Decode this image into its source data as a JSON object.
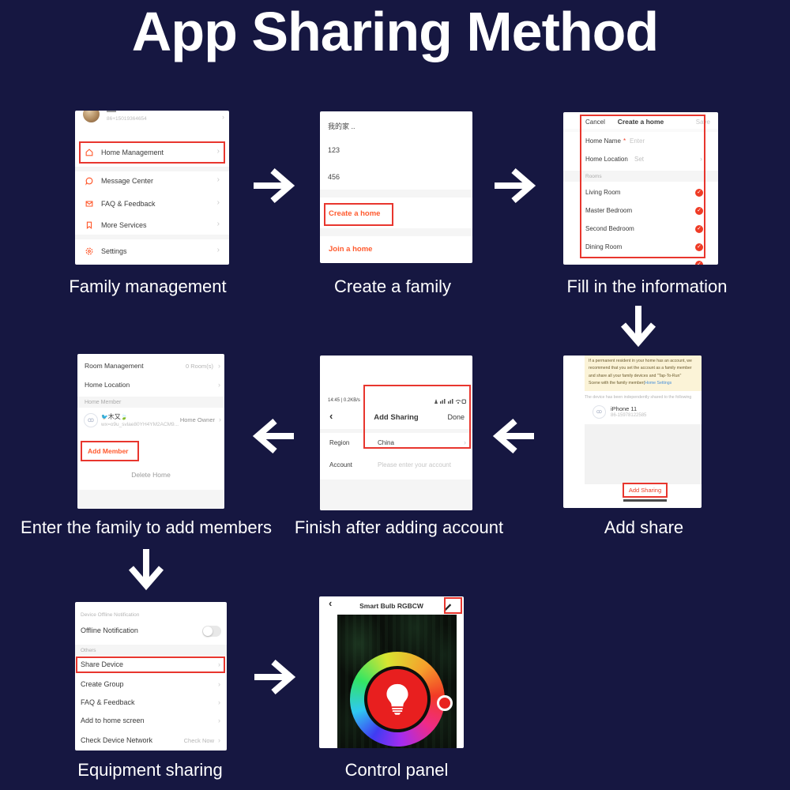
{
  "colors": {
    "background": "#161741",
    "accent_orange": "#ff5a2e",
    "highlight_red": "#e8362e",
    "banner_yellow": "#fbf3d7",
    "link_blue": "#4a90d9"
  },
  "title": "App Sharing Method",
  "chevron": "›",
  "captions": {
    "c1": "Family management",
    "c2": "Create a family",
    "c3": "Fill in the information",
    "c4": "Enter the family to add members",
    "c5": "Finish after adding account",
    "c6": "Add share",
    "c7": "Equipment sharing",
    "c8": "Control panel"
  },
  "p1": {
    "phone": "86+15019364654",
    "home_management": "Home Management",
    "message_center": "Message Center",
    "faq": "FAQ & Feedback",
    "more_services": "More Services",
    "settings": "Settings"
  },
  "p2": {
    "home_name": "我的家 ..",
    "item1": "123",
    "item2": "456",
    "create": "Create a home",
    "join": "Join a home"
  },
  "p3": {
    "cancel": "Cancel",
    "title": "Create a home",
    "save": "Save",
    "home_name_label": "Home Name",
    "asterisk": "*",
    "home_name_placeholder": "Enter",
    "location_label": "Home Location",
    "location_value": "Set",
    "rooms_header": "Rooms",
    "room1": "Living Room",
    "room2": "Master Bedroom",
    "room3": "Second Bedroom",
    "room4": "Dining Room",
    "check": "✓"
  },
  "p4": {
    "room_mgmt": "Room Management",
    "room_count": "0 Room(s)",
    "home_location": "Home Location",
    "home_member_header": "Home Member",
    "member_emoji_left": "🐦",
    "member_name": "木又",
    "member_emoji_right": "🍃",
    "member_id": "wx=o9u_svlae80YH4YM2ACM9...",
    "member_role": "Home Owner",
    "add_member": "Add Member",
    "delete_home": "Delete Home",
    "avatar_glyph": "ꝏ"
  },
  "p5": {
    "status_left": "14:45 | 0.2KB/s",
    "back": "‹",
    "title": "Add Sharing",
    "done": "Done",
    "region_label": "Region",
    "region_value": "China",
    "account_label": "Account",
    "account_placeholder": "Please enter your account"
  },
  "p6": {
    "banner_line1": "If a permanent resident in your home has an account, we",
    "banner_line2": "recommend that you set the account as a family member",
    "banner_line3": "and share all your family devices and \"Tap-To-Run\"",
    "banner_line4": "Scene with the family member(",
    "banner_link": "Home Settings",
    "shared_note": "The device has been independently shared to the following",
    "device_name": "iPhone 11",
    "device_id": "86-15978122585",
    "add_sharing": "Add Sharing",
    "avatar_glyph": "ꝏ"
  },
  "p7": {
    "section1": "Device Offline Notification",
    "offline": "Offline Notification",
    "others": "Others",
    "share_device": "Share Device",
    "create_group": "Create Group",
    "faq": "FAQ & Feedback",
    "add_home": "Add to home screen",
    "check_network": "Check Device Network",
    "check_now": "Check Now"
  },
  "p8": {
    "back": "‹",
    "title": "Smart Bulb RGBCW"
  }
}
